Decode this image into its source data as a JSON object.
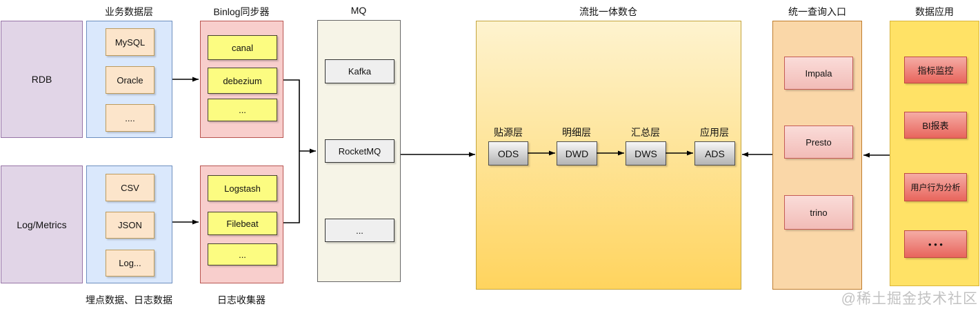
{
  "titles": {
    "biz": "业务数据层",
    "binlog": "Binlog同步器",
    "mq": "MQ",
    "warehouse": "流批一体数仓",
    "query": "统一查询入口",
    "apps": "数据应用"
  },
  "captions": {
    "buried": "埋点数据、日志数据",
    "collector": "日志收集器"
  },
  "sources": {
    "rdb": "RDB",
    "log_metrics": "Log/Metrics"
  },
  "biz": {
    "items": [
      "MySQL",
      "Oracle",
      "...."
    ]
  },
  "binlog": {
    "items": [
      "canal",
      "debezium",
      "..."
    ]
  },
  "buried": {
    "items": [
      "CSV",
      "JSON",
      "Log..."
    ]
  },
  "collector": {
    "items": [
      "Logstash",
      "Filebeat",
      "..."
    ]
  },
  "mq": {
    "items": [
      "Kafka",
      "RocketMQ",
      "..."
    ]
  },
  "warehouse": {
    "layers": [
      {
        "name": "贴源层",
        "code": "ODS"
      },
      {
        "name": "明细层",
        "code": "DWD"
      },
      {
        "name": "汇总层",
        "code": "DWS"
      },
      {
        "name": "应用层",
        "code": "ADS"
      }
    ]
  },
  "query": {
    "items": [
      "Impala",
      "Presto",
      "trino"
    ]
  },
  "apps": {
    "items": [
      "指标监控",
      "BI报表",
      "用户行为分析",
      "• • •"
    ]
  },
  "watermark": "@稀土掘金技术社区",
  "colors": {
    "purple_fill": "#E1D5E7",
    "purple_border": "#9673A6",
    "blue_fill": "#DAE8FC",
    "blue_border": "#6C8EBF",
    "peach_fill": "#FCE5CB",
    "peach_border": "#BD9A5A",
    "pink_fill": "#F8CECC",
    "pink_border": "#B85450",
    "yellow_note_fill": "#FCFC81",
    "yellow_note_border": "#44402E",
    "mq_fill": "#F6F4E7",
    "mq_border": "#666666",
    "gray_fill": "#EFEFEF",
    "gray_border": "#333333",
    "wh_top": "#FEF3CF",
    "wh_bottom": "#FFD45E",
    "wh_border": "#C3A43C",
    "stage_top": "#F7F7F7",
    "stage_bottom": "#B3B3B3",
    "stage_border": "#4D4D4D",
    "query_fill": "#FAD7A8",
    "query_border": "#BE7C2C",
    "qitem_top": "#FADCD9",
    "qitem_bottom": "#F2BCB7",
    "qitem_border": "#C45A55",
    "apps_fill": "#FFE266",
    "apps_border": "#D9B43A",
    "app_top": "#F5ACA5",
    "app_bottom": "#E8655C",
    "app_border": "#BE4A42",
    "arrow": "#000000",
    "watermark_color": "#C2C2C2"
  }
}
